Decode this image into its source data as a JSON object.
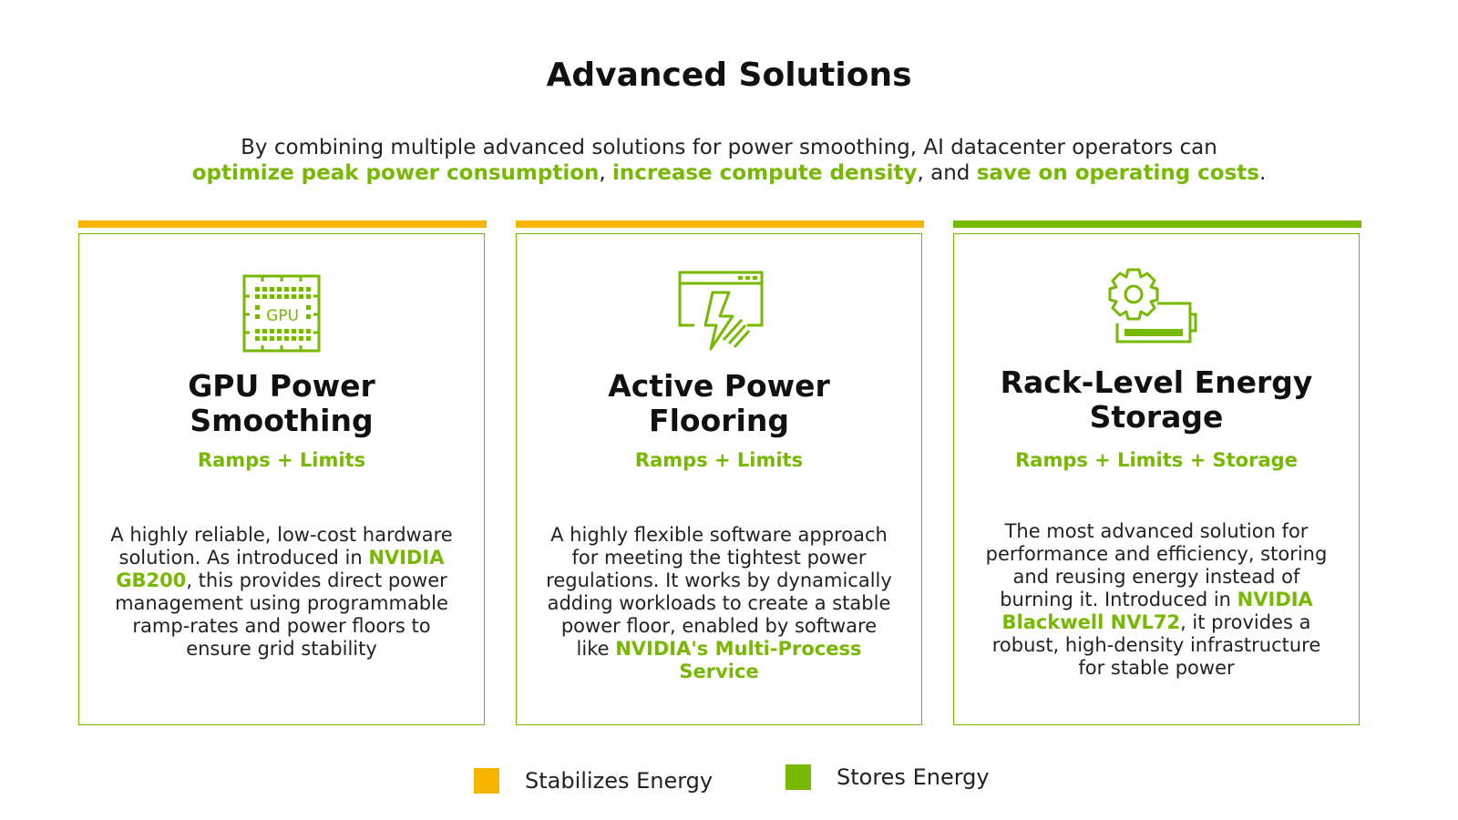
{
  "title": "Advanced Solutions",
  "intro": {
    "t1": "By combining multiple advanced solutions for power smoothing, AI datacenter operators can",
    "h1": "optimize peak power consumption",
    "t2": ", ",
    "h2": "increase compute density",
    "t3": ", and ",
    "h3": "save on operating costs",
    "t4": "."
  },
  "colors": {
    "stabilizes": "#F7B500",
    "stores": "#76B900",
    "accent": "#76B900"
  },
  "cards": [
    {
      "icon": "gpu-chip-icon",
      "icon_text": "GPU",
      "title_line1": "GPU Power",
      "title_line2": "Smoothing",
      "subtitle": "Ramps + Limits",
      "category": "Stabilizes Energy",
      "body": {
        "t1": "A highly reliable, low-cost hardware solution. As introduced in ",
        "h1": "NVIDIA GB200",
        "t2": ", this provides direct power management using programmable ramp-rates and power floors to ensure grid stability"
      }
    },
    {
      "icon": "software-lightning-icon",
      "title_line1": "Active Power",
      "title_line2": "Flooring",
      "subtitle": "Ramps + Limits",
      "category": "Stabilizes Energy",
      "body": {
        "t1": "A highly flexible software approach for meeting the tightest power regulations. It works by dynamically adding workloads to create a stable power floor, enabled by software like ",
        "h1": "NVIDIA's Multi-Process Service",
        "t2": ""
      }
    },
    {
      "icon": "gear-battery-icon",
      "title_line1": "Rack-Level Energy",
      "title_line2": "Storage",
      "subtitle": "Ramps + Limits + Storage",
      "category": "Stores Energy",
      "body": {
        "t1": "The most advanced solution for performance and efficiency, storing and reusing energy instead of burning it. Introduced in ",
        "h1": "NVIDIA Blackwell NVL72",
        "t2": ", it provides a robust, high-density infrastructure for stable power"
      }
    }
  ],
  "legend": [
    {
      "label": "Stabilizes Energy",
      "color": "#F7B500"
    },
    {
      "label": "Stores Energy",
      "color": "#76B900"
    }
  ]
}
